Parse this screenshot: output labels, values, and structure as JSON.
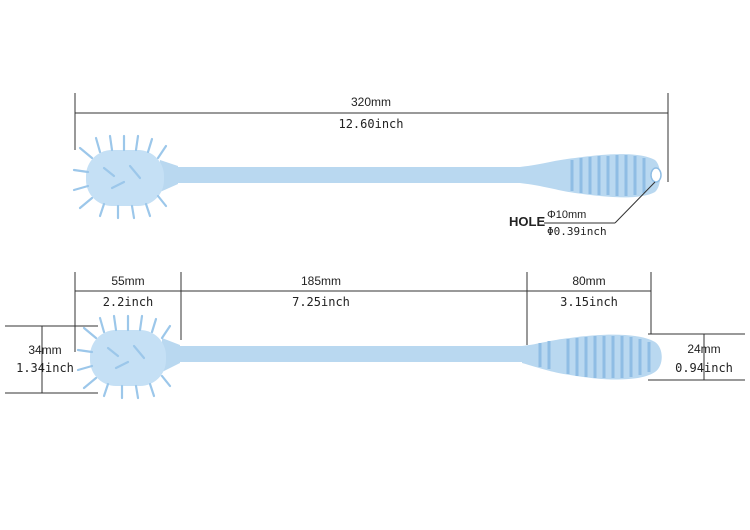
{
  "colors": {
    "brush_body": "#b9d8f0",
    "brush_shade": "#8fbde4",
    "bristle_light": "#d4e9f8",
    "line": "#333333",
    "text": "#222222"
  },
  "top_view": {
    "total_length_mm": "320mm",
    "total_length_inch": "12.60inch",
    "hole_label": "HOLE",
    "hole_mm": "Φ10mm",
    "hole_inch": "Φ0.39inch"
  },
  "bottom_view": {
    "head_length_mm": "55mm",
    "head_length_inch": "2.2inch",
    "shaft_length_mm": "185mm",
    "shaft_length_inch": "7.25inch",
    "handle_length_mm": "80mm",
    "handle_length_inch": "3.15inch",
    "head_diameter_mm": "34mm",
    "head_diameter_inch": "1.34inch",
    "handle_diameter_mm": "24mm",
    "handle_diameter_inch": "0.94inch"
  }
}
